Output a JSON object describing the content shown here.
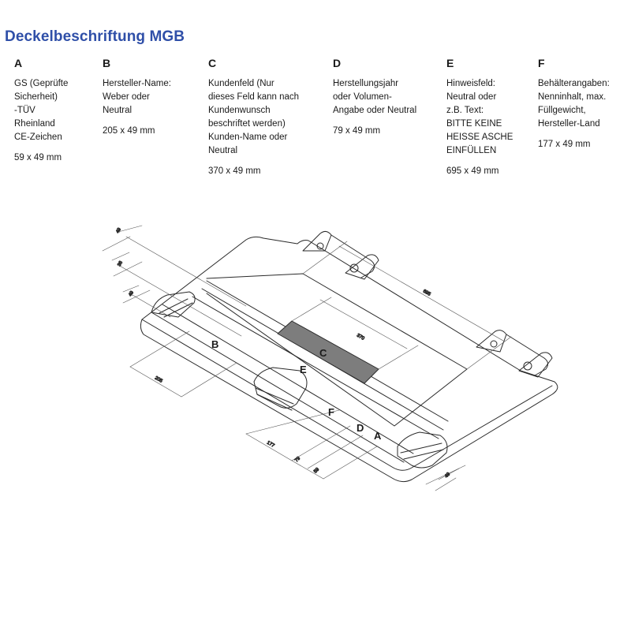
{
  "title": "Deckelbeschriftung MGB",
  "columns": [
    {
      "letter": "A",
      "lines": [
        "GS (Geprüfte",
        "Sicherheit)",
        "-TÜV",
        "Rheinland",
        "CE-Zeichen"
      ],
      "dimension": "59 x 49 mm"
    },
    {
      "letter": "B",
      "lines": [
        "Hersteller-Name:",
        "Weber oder",
        "Neutral"
      ],
      "dimension": "205 x 49 mm"
    },
    {
      "letter": "C",
      "lines": [
        "Kundenfeld (Nur",
        "dieses Feld kann nach",
        "Kundenwunsch",
        "beschriftet werden)",
        "Kunden-Name oder",
        "Neutral"
      ],
      "dimension": "370 x 49 mm"
    },
    {
      "letter": "D",
      "lines": [
        "Herstellungsjahr",
        "oder Volumen-",
        "Angabe oder Neutral"
      ],
      "dimension": "79 x 49 mm"
    },
    {
      "letter": "E",
      "lines": [
        "Hinweisfeld:",
        "Neutral oder",
        "z.B. Text:",
        "BITTE KEINE",
        "HEISSE ASCHE",
        "EINFÜLLEN"
      ],
      "dimension": "695 x 49 mm"
    },
    {
      "letter": "F",
      "lines": [
        "Behälterangaben:",
        "Nenninhalt, max.",
        "Füllgewicht,",
        "Hersteller-Land"
      ],
      "dimension": "177 x 49 mm"
    }
  ],
  "drawing": {
    "labels": {
      "a": "A",
      "b": "B",
      "c": "C",
      "d": "D",
      "e": "E",
      "f": "F"
    },
    "dims": {
      "c": "370",
      "e": "695",
      "b": "205",
      "f": "177",
      "d": "79",
      "a": "59",
      "top1": "49",
      "top2": "36",
      "top3": "49",
      "right": "49"
    },
    "colors": {
      "field_c": "#7d7d7d",
      "title": "#2f4fa8"
    }
  }
}
